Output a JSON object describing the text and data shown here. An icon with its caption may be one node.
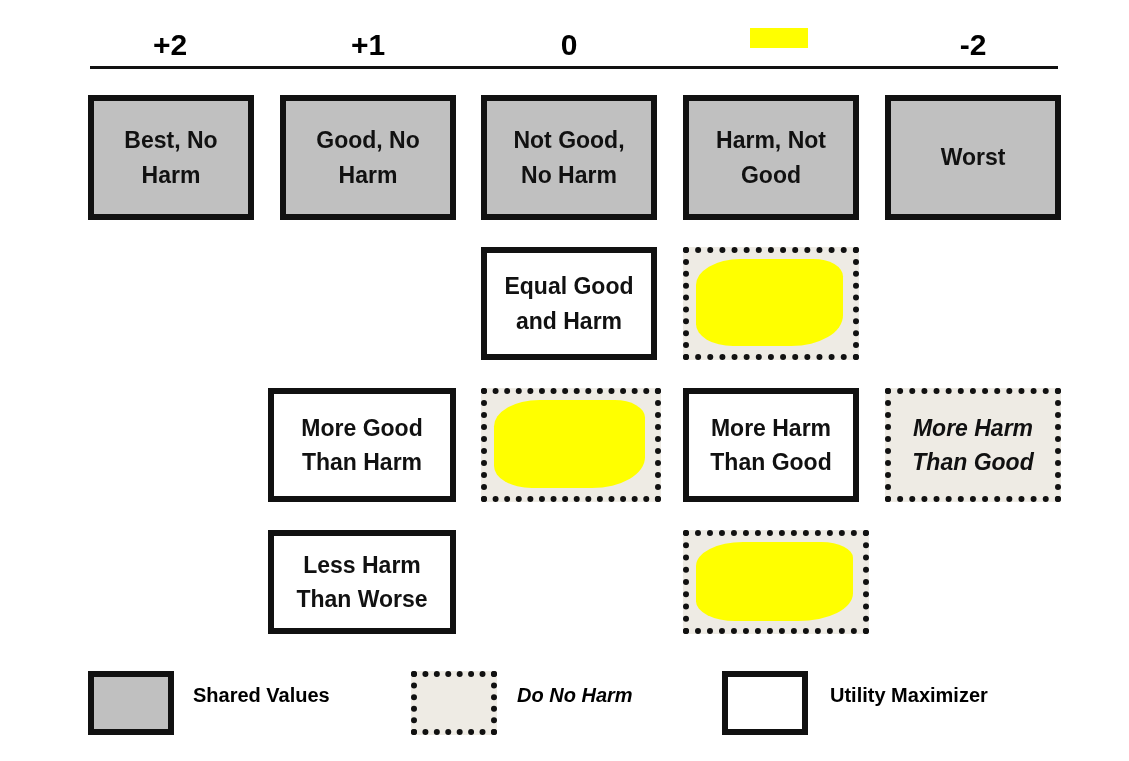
{
  "diagram": {
    "nodes": [
      {
        "text": [
          "Best, No Harm"
        ]
      },
      {
        "text": [
          "Good, No Harm"
        ]
      },
      {
        "text": [
          "Not Good, No Harm"
        ]
      },
      {
        "text": [
          "Harm, Not Good"
        ]
      },
      {
        "text": [
          "Worst"
        ]
      },
      {
        "text": [
          "Equal Good and Harm"
        ]
      },
      {
        "text": [],
        "shape": "box"
      },
      {
        "text": [
          "More Good Than Harm"
        ]
      },
      {
        "text": [],
        "shape": "box"
      },
      {
        "text": [
          "More Harm Than Good"
        ]
      },
      {
        "text": [
          "More Harm Than Good"
        ]
      },
      {
        "text": [
          "Less Harm Than Worse"
        ]
      },
      {
        "text": [],
        "shape": "box"
      }
    ],
    "edges": [],
    "labels": [
      "+2",
      "+1",
      "0",
      "-2"
    ],
    "legend": [
      {
        "text": "Shared Values",
        "color": "#c0c0c0"
      },
      {
        "text": "Do No Harm",
        "color": "#eeebe4"
      },
      {
        "text": "Utility Maximizer",
        "color": "#ffffff"
      }
    ]
  }
}
